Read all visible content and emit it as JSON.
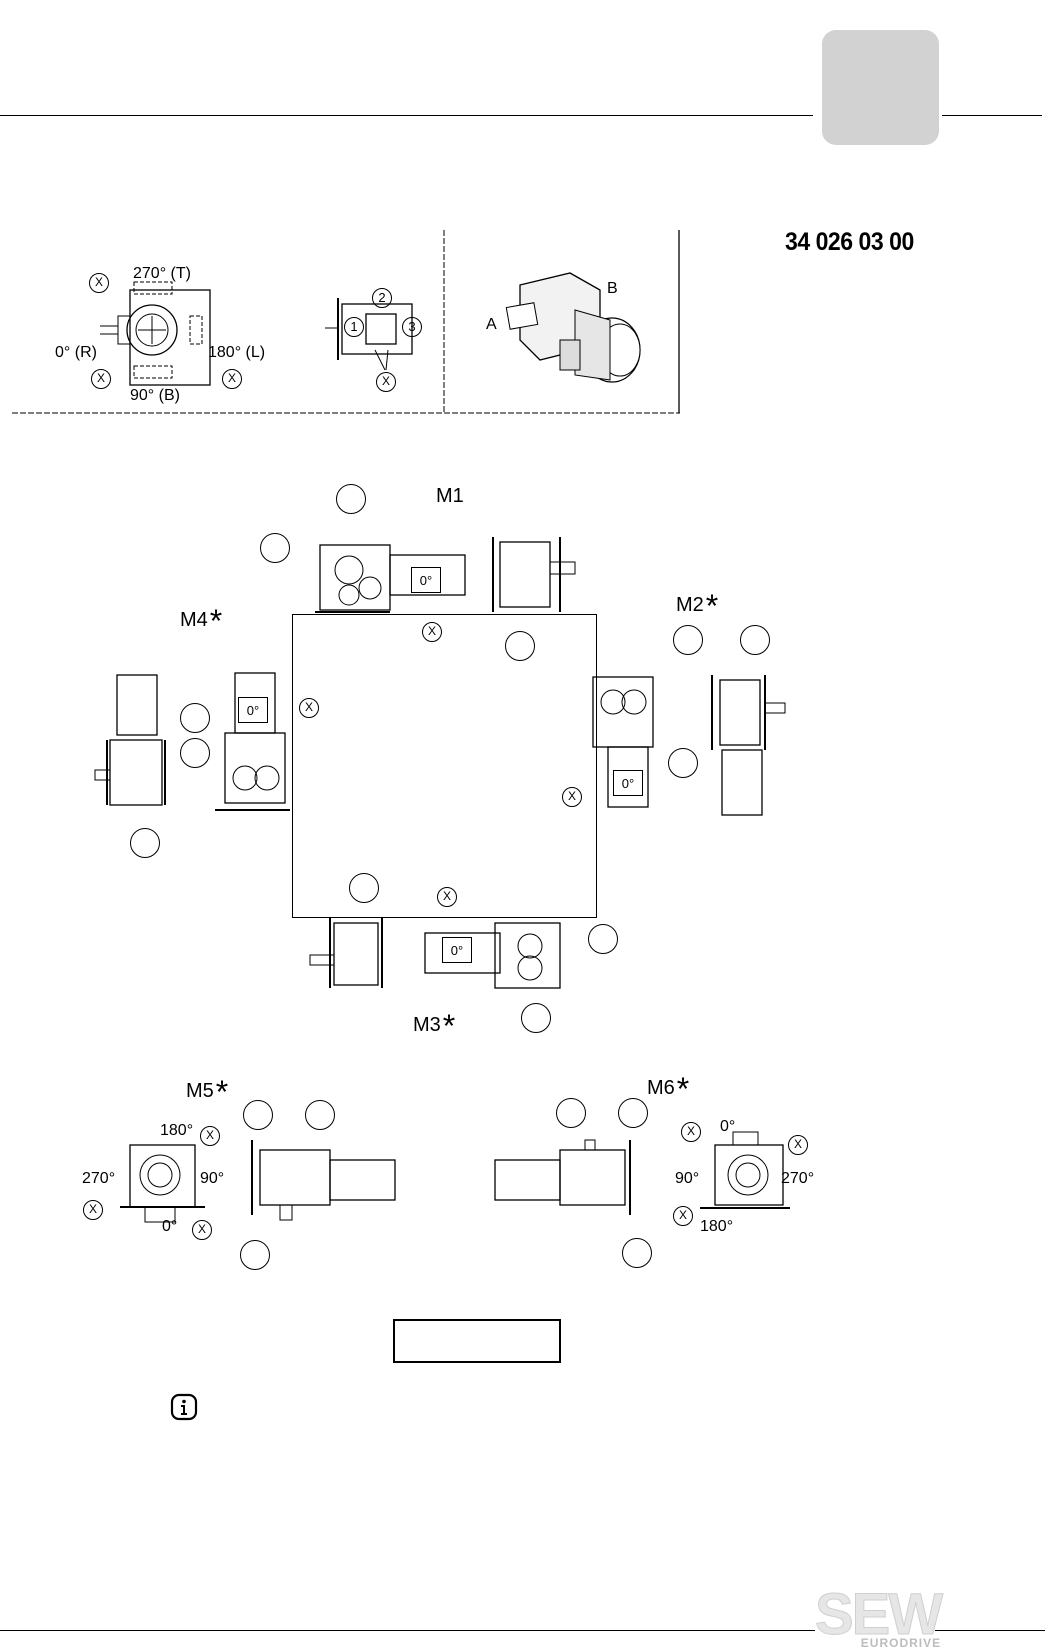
{
  "header": {
    "document_code": "34 026 03 00"
  },
  "terminal_box_diagram": {
    "pos_270": "270° (T)",
    "pos_0": "0° (R)",
    "pos_180": "180° (L)",
    "pos_90": "90° (B)",
    "x_marker": "X",
    "entry_1": "1",
    "entry_2": "2",
    "entry_3": "3",
    "shaft_a": "A",
    "shaft_b": "B"
  },
  "mounting_positions": {
    "m1": "M1",
    "m2": "M2",
    "m3": "M3",
    "m4": "M4",
    "m5": "M5",
    "m6": "M6",
    "star": "*",
    "zero_deg": "0°"
  },
  "m5_angles": {
    "a180": "180°",
    "a270": "270°",
    "a90": "90°",
    "a0": "0°"
  },
  "m6_angles": {
    "a0": "0°",
    "a90": "90°",
    "a270": "270°",
    "a180": "180°"
  },
  "icons": [
    "info-icon",
    "breather-valve-icon",
    "oil-level-icon",
    "drain-plug-icon"
  ],
  "footer": {
    "brand_top": "SEW",
    "brand_bottom": "EURODRIVE"
  }
}
